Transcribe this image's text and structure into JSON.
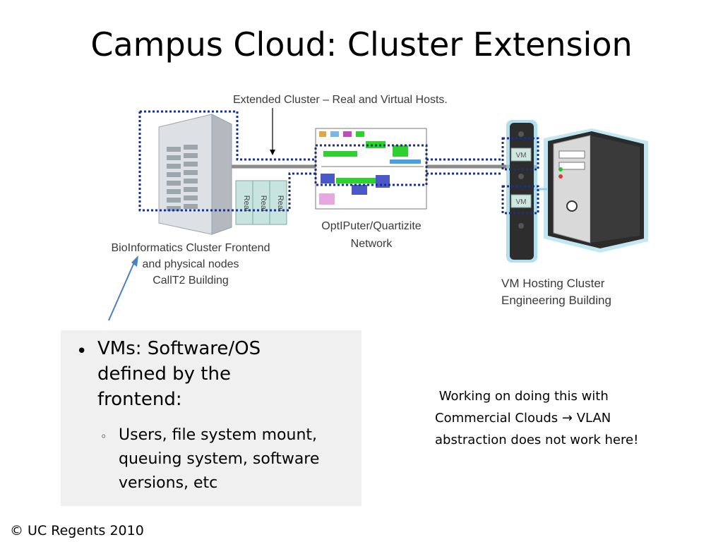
{
  "slide": {
    "title": "Campus Cloud: Cluster Extension",
    "copyright": "© UC Regents 2010"
  },
  "diagram": {
    "top_label": "Extended Cluster – Real and Virtual Hosts.",
    "left_caption": [
      "BioInformatics Cluster Frontend",
      "and physical nodes",
      "CallT2 Building"
    ],
    "center_caption": [
      "OptIPuter/Quartizite",
      "Network"
    ],
    "right_caption": [
      "VM Hosting Cluster",
      "Engineering Building"
    ],
    "node_label": "Real",
    "vm_label": "VM",
    "colors": {
      "dotted_outline": "#1a2f8a",
      "highlight_outline": "#8fd3ea",
      "arrow": "#4a7fc1",
      "server_body": "#d5d8dc",
      "tower_body": "#2a2a2a"
    }
  },
  "bullets": {
    "main": "VMs: Software/OS defined by the frontend:",
    "sub": "Users, file system mount, queuing system, software versions, etc"
  },
  "note": {
    "line1": " Working on doing this with",
    "line2_a": "Commercial Clouds ",
    "line2_arrow": "→",
    "line2_b": " VLAN",
    "line3": "abstraction does not work here!"
  }
}
